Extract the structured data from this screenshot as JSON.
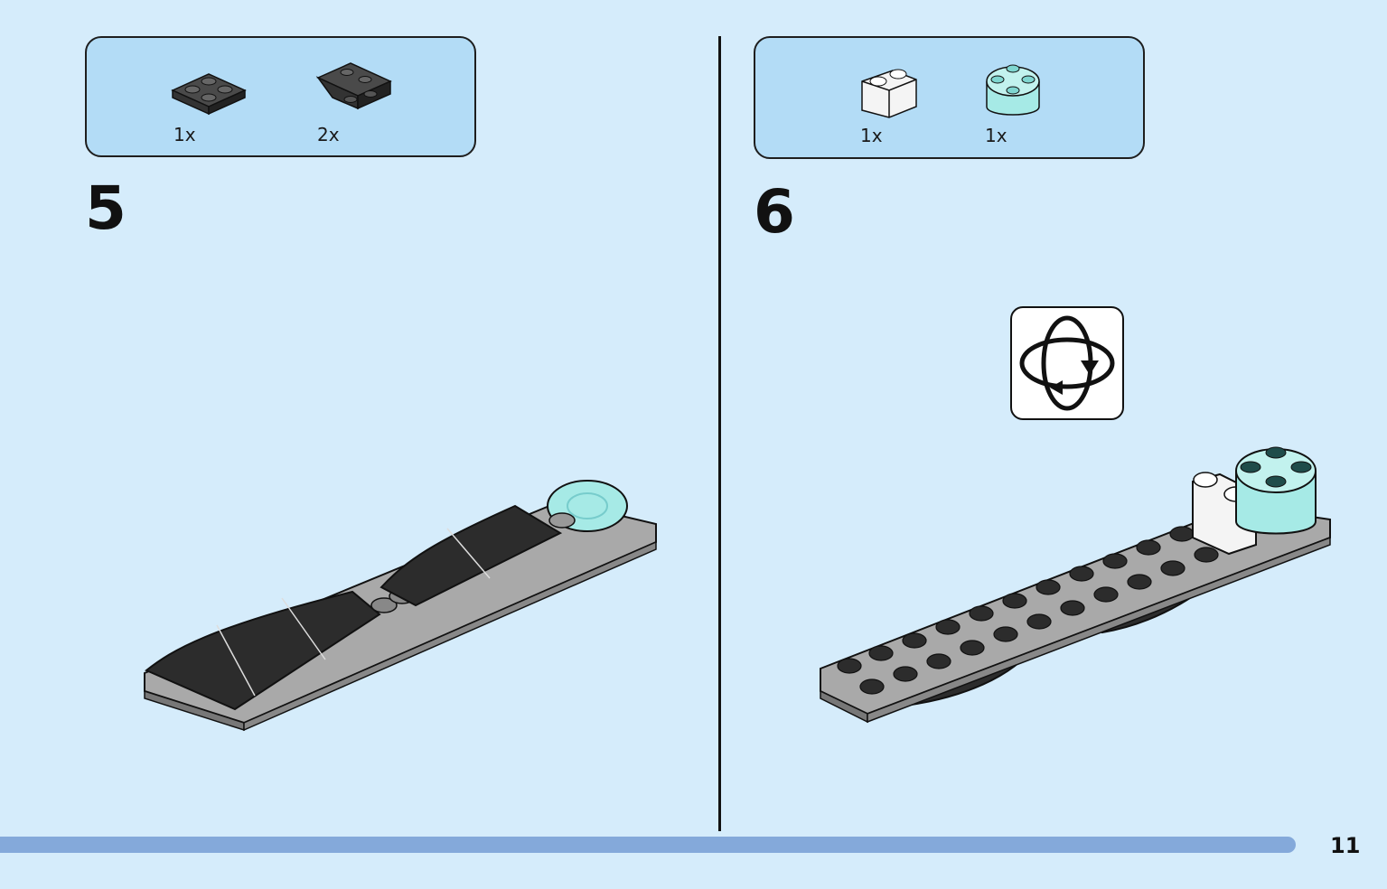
{
  "step5": {
    "number": "5",
    "parts": [
      {
        "icon": "dark-gray-plate-2x2-icon",
        "qty": "1x"
      },
      {
        "icon": "dark-gray-inverted-slope-icon",
        "qty": "2x"
      }
    ]
  },
  "step6": {
    "number": "6",
    "parts": [
      {
        "icon": "white-brick-1x2-icon",
        "qty": "1x"
      },
      {
        "icon": "trans-light-blue-round-brick-icon",
        "qty": "1x"
      }
    ],
    "rotate_icon": "rotate-model-icon"
  },
  "footer": {
    "page_number": "11"
  },
  "colors": {
    "background": "#d5ecfb",
    "parts_box": "#b3dcf6",
    "progress_bar": "#84a9da",
    "dark_brick": "#2c2c2c",
    "gray_plate": "#a9a9a9",
    "trans_blue": "#a6eae6"
  }
}
